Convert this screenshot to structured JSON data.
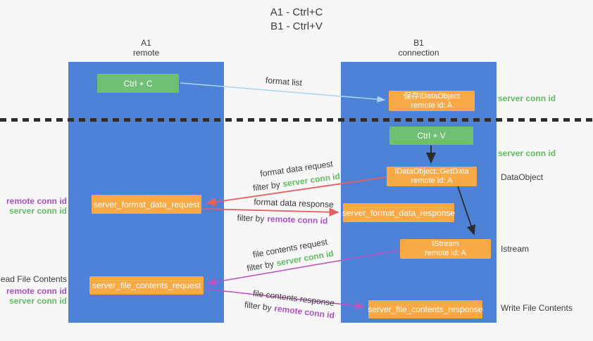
{
  "title": {
    "line1": "A1 - Ctrl+C",
    "line2": "B1 - Ctrl+V"
  },
  "lanes": {
    "left": {
      "header_line1": "A1",
      "header_line2": "remote"
    },
    "right": {
      "header_line1": "B1",
      "header_line2": "connection"
    }
  },
  "nodes": {
    "ctrl_c": "Ctrl + C",
    "ctrl_v": "Ctrl + V",
    "save_idataobject": {
      "line1": "保存IDataObject",
      "line2": "remote id: A"
    },
    "getdata": {
      "line1": "IDataObject::GetData",
      "line2": "remote id: A"
    },
    "istream": {
      "line1": "IStream",
      "line2": "remote id: A"
    },
    "format_request": "server_format_data_request",
    "format_response": "server_format_data_response",
    "file_request": "server_file_contents_request",
    "file_response": "server_file_contents_response"
  },
  "edge_labels": {
    "format_list": "format list",
    "format_data_request": "format data request",
    "filter_server_1": {
      "prefix": "filter by",
      "keyword": "server conn id"
    },
    "format_data_response": "format data response",
    "filter_remote_1": {
      "prefix": "filter by",
      "keyword": "remote conn id"
    },
    "file_contents_request": "file contents request",
    "filter_server_2": {
      "prefix": "filter by",
      "keyword": "server conn id"
    },
    "file_contents_response": "file contents response",
    "filter_remote_2": {
      "prefix": "filter by",
      "keyword": "remote conn id"
    }
  },
  "side_labels": {
    "right_server_conn_1": "server conn id",
    "right_server_conn_2": "server conn id",
    "dataobject": "DataObject",
    "istream": "Istream",
    "write_file": "Write File Contents",
    "left_remote_conn_1": "remote conn id",
    "left_server_conn_1": "server conn id",
    "read_file": "Read File Contents",
    "left_remote_conn_2": "remote conn id",
    "left_server_conn_2": "server conn id"
  },
  "colors": {
    "lane_blue": "#4d82d6",
    "box_orange": "#f9a945",
    "box_green": "#71bf74",
    "green_text": "#5fbd61",
    "purple_text": "#ad4fc6",
    "red_arrow": "#e5615f",
    "magenta_arrow": "#bf53c4",
    "lightblue_arrow": "#a9d6f5",
    "dark_text": "#3b3b3b",
    "black_arrow": "#2d2d2d",
    "background": "#f7f7f8"
  }
}
